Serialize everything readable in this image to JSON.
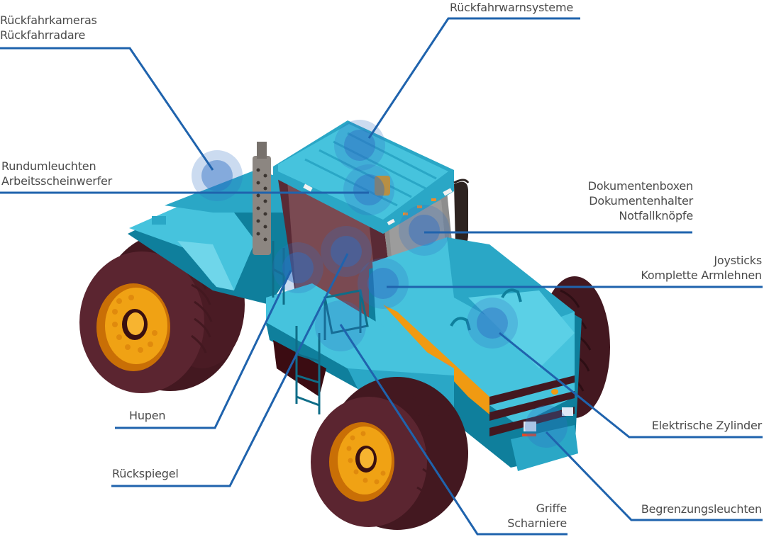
{
  "diagram": {
    "subject": "Traktor",
    "line_color": "#1f63ad",
    "hotspot_color": "#2f6fc4",
    "colors": {
      "body_light": "#46c3dd",
      "body_mid": "#2aa7c6",
      "body_dark": "#0f7f9c",
      "cab_frame": "#5a2a35",
      "cab_glass": "#7a4a52",
      "tire": "#5b2530",
      "tire_dark": "#431820",
      "rim": "#f0a214",
      "rim_dark": "#c96f06",
      "stripe": "#f09a12",
      "exhaust": "#8c8681"
    },
    "callouts": [
      {
        "id": "rueckfahrkameras",
        "lines": [
          "Rückfahrkameras",
          "Rückfahrradare"
        ],
        "align": "left"
      },
      {
        "id": "rueckfahrwarnsysteme",
        "lines": [
          "Rückfahrwarnsysteme"
        ],
        "align": "left"
      },
      {
        "id": "rundumleuchten",
        "lines": [
          "Rundumleuchten",
          "Arbeitsscheinwerfer"
        ],
        "align": "left"
      },
      {
        "id": "dokumentenboxen",
        "lines": [
          "Dokumentenboxen",
          "Dokumentenhalter",
          "Notfallknöpfe"
        ],
        "align": "right"
      },
      {
        "id": "joysticks",
        "lines": [
          "Joysticks",
          "Komplette Armlehnen"
        ],
        "align": "right"
      },
      {
        "id": "hupen",
        "lines": [
          "Hupen"
        ],
        "align": "left"
      },
      {
        "id": "elektrische-zylinder",
        "lines": [
          "Elektrische Zylinder"
        ],
        "align": "right"
      },
      {
        "id": "rueckspiegel",
        "lines": [
          "Rückspiegel"
        ],
        "align": "left"
      },
      {
        "id": "griffe",
        "lines": [
          "Griffe",
          "Scharniere"
        ],
        "align": "right"
      },
      {
        "id": "begrenzungsleuchten",
        "lines": [
          "Begrenzungsleuchten"
        ],
        "align": "right"
      }
    ]
  }
}
